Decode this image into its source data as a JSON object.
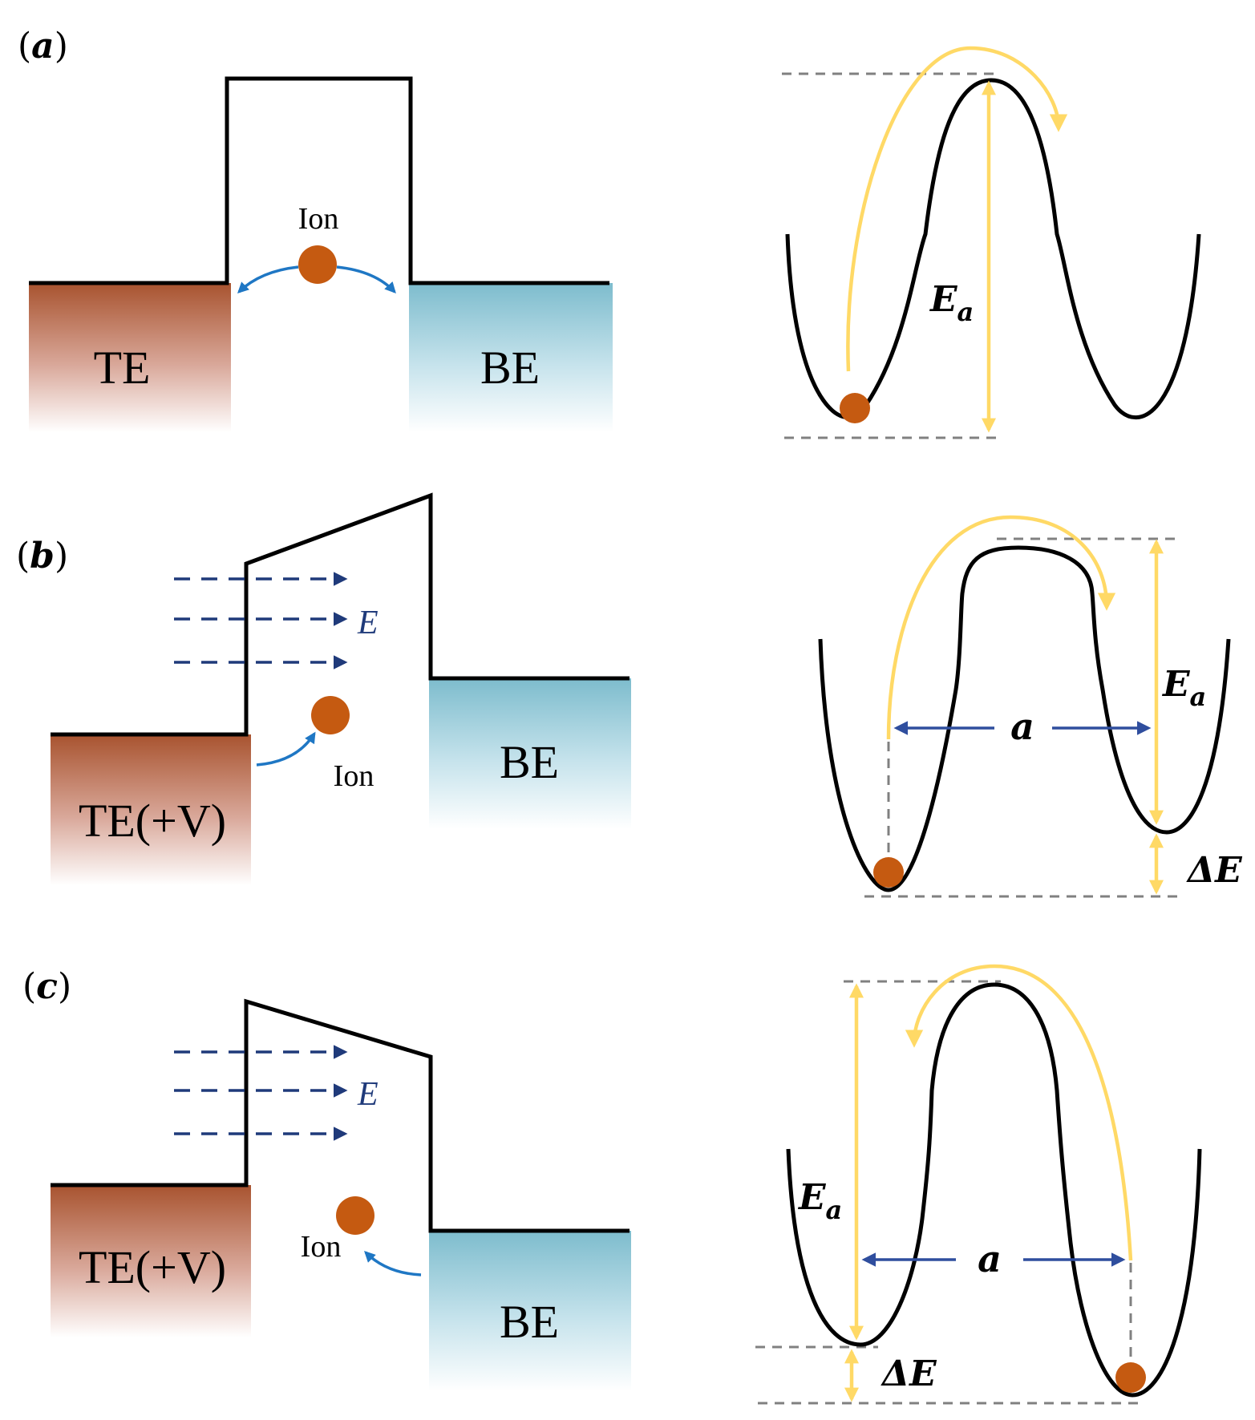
{
  "colors": {
    "top_electrode": "#b85c3c",
    "bottom_electrode": "#8fc8d8",
    "ion": "#c55a11",
    "hop_arrow": "#ffd966",
    "field_arrow": "#1f3a7a",
    "ion_arrow": "#1f77c4",
    "distance_arrow": "#2f4e9e"
  },
  "panels": [
    {
      "label_open": "(",
      "label_letter": "a",
      "label_close": ")",
      "top_electrode": "TE",
      "bottom_electrode": "BE",
      "ion": "Ion",
      "activation_energy": {
        "symbol": "E",
        "subscript": "a"
      }
    },
    {
      "label_open": "(",
      "label_letter": "b",
      "label_close": ")",
      "top_electrode": "TE(+V)",
      "bottom_electrode": "BE",
      "ion": "Ion",
      "field": "E",
      "activation_energy": {
        "symbol": "E",
        "subscript": "a"
      },
      "distance": "a",
      "energy_shift": "ΔE"
    },
    {
      "label_open": "(",
      "label_letter": "c",
      "label_close": ")",
      "top_electrode": "TE(+V)",
      "bottom_electrode": "BE",
      "ion": "Ion",
      "field": "E",
      "activation_energy": {
        "symbol": "E",
        "subscript": "a"
      },
      "distance": "a",
      "energy_shift": "ΔE"
    }
  ]
}
